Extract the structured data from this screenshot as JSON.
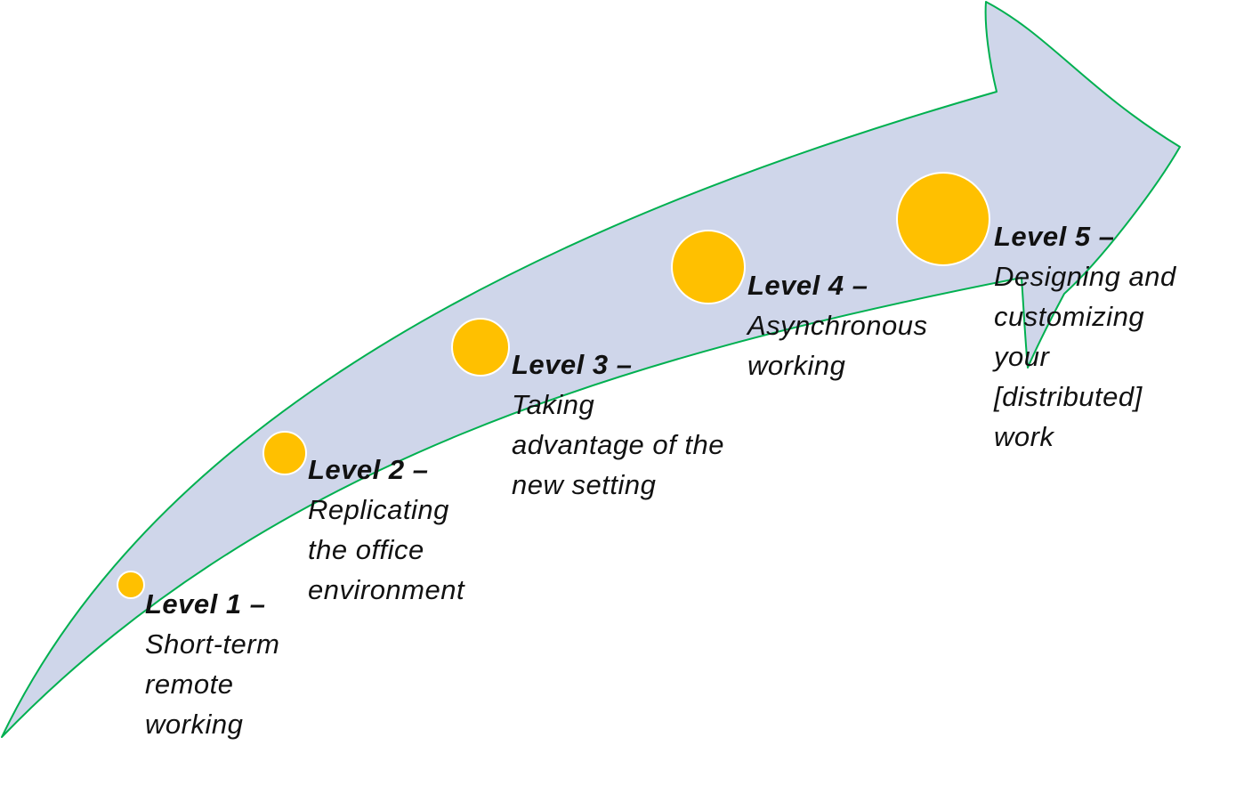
{
  "colors": {
    "arrow_fill": "#cfd6ea",
    "arrow_stroke": "#00b050",
    "circle_fill": "#ffc000",
    "circle_stroke": "#ffffff"
  },
  "levels": [
    {
      "title": "Level 1 –",
      "lines": [
        "Short-term",
        "remote",
        "working"
      ]
    },
    {
      "title": "Level 2 –",
      "lines": [
        "Replicating",
        "the office",
        "environment"
      ]
    },
    {
      "title": "Level 3 –",
      "lines": [
        "Taking",
        "advantage of the",
        "new setting"
      ]
    },
    {
      "title": "Level 4 –",
      "lines": [
        "Asynchronous",
        "working"
      ]
    },
    {
      "title": "Level 5 –",
      "lines": [
        "Designing and",
        "customizing",
        "your",
        "[distributed]",
        "work"
      ]
    }
  ]
}
